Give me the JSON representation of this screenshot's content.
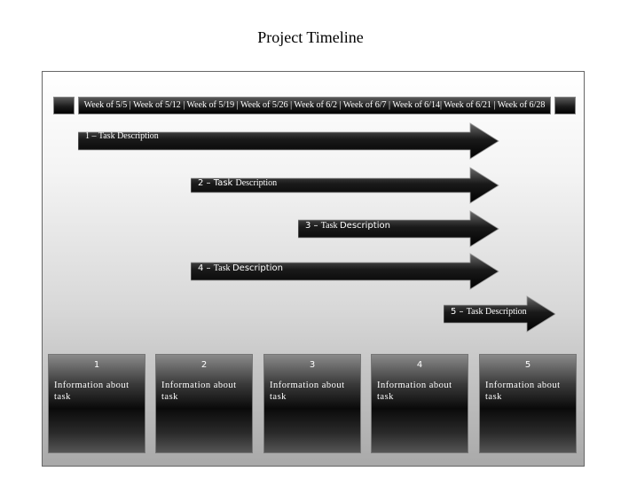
{
  "title": "Project Timeline",
  "timeline_header": "Week of 5/5 | Week of 5/12 | Week of 5/19 | Week of 5/26 | Week of 6/2 | Week of 6/7 | Week of 6/14| Week of 6/21 | Week of 6/28",
  "tasks": [
    {
      "label_num": "1 – ",
      "label_word": "Task ",
      "label_desc": "Description"
    },
    {
      "label_num": "2 – ",
      "label_word": "Task ",
      "label_desc": "Description"
    },
    {
      "label_num": "3 – ",
      "label_word": "Task ",
      "label_desc": "Description"
    },
    {
      "label_num": "4 – ",
      "label_word": "Task ",
      "label_desc": "Description"
    },
    {
      "label_num": "5 – ",
      "label_word": "Task ",
      "label_desc": "Description"
    }
  ],
  "info_boxes": [
    {
      "number": "1",
      "text": "Information about task"
    },
    {
      "number": "2",
      "text": "Information about task"
    },
    {
      "number": "3",
      "text": "Information about task"
    },
    {
      "number": "4",
      "text": "Information about task"
    },
    {
      "number": "5",
      "text": "Information about task"
    }
  ],
  "colors": {
    "bar_dark": "#000000",
    "bar_light": "#5a5a5a",
    "panel_top": "#ffffff",
    "panel_bottom": "#a9a9a9"
  }
}
